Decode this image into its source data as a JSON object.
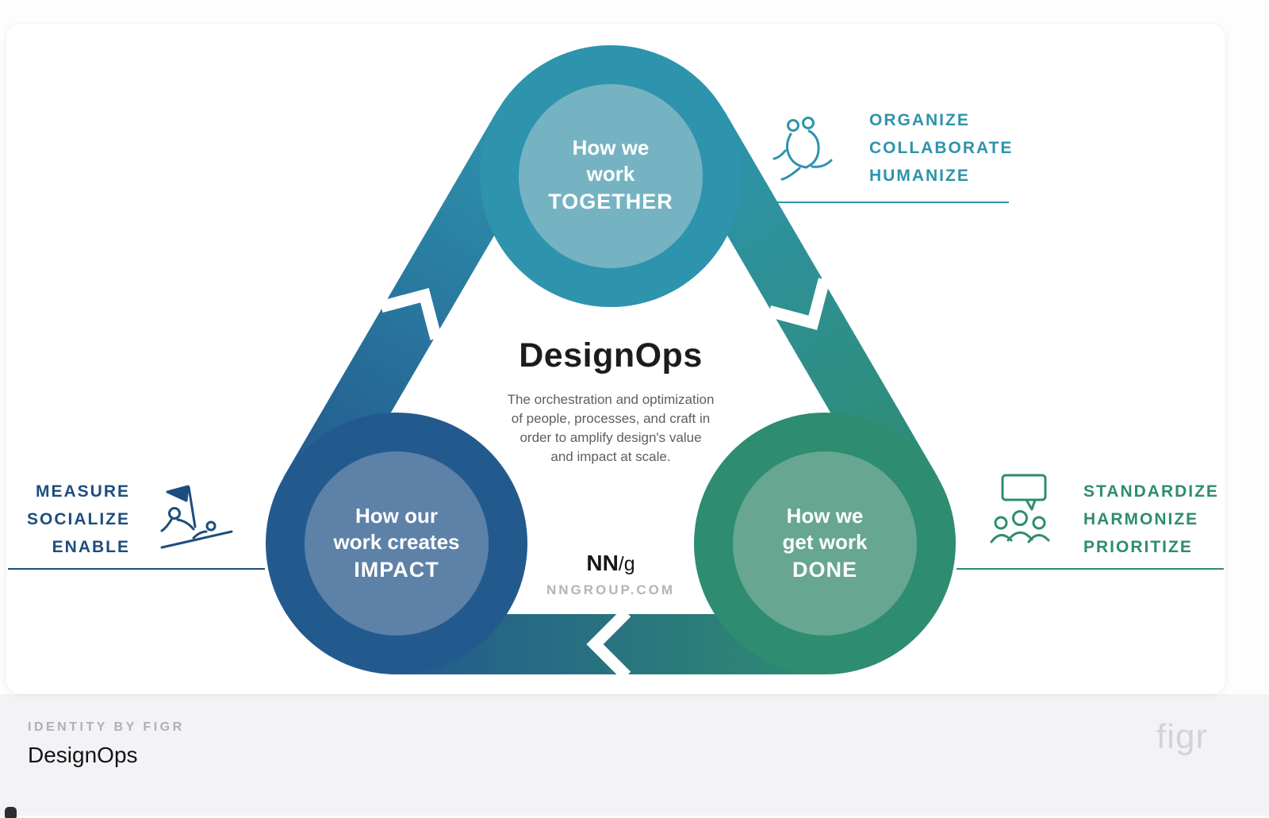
{
  "diagram": {
    "title": "DesignOps",
    "description_lines": [
      "The orchestration and optimization",
      "of people, processes, and craft in",
      "order to amplify design's value",
      "and impact at scale."
    ],
    "logo_bold": "NN",
    "logo_rest": "/g",
    "website": "NNGROUP.COM",
    "nodes": [
      {
        "id": "together",
        "line1": "How we",
        "line2": "work",
        "emphasis": "TOGETHER",
        "outer_color": "#2e93ad",
        "inner_color": "#75b3c2"
      },
      {
        "id": "impact",
        "line1": "How our",
        "line2": "work creates",
        "emphasis": "IMPACT",
        "outer_color": "#235a8e",
        "inner_color": "#5e81a8"
      },
      {
        "id": "done",
        "line1": "How we",
        "line2": "get work",
        "emphasis": "DONE",
        "outer_color": "#2e8c71",
        "inner_color": "#67a691"
      }
    ],
    "annotations": [
      {
        "id": "together-side",
        "icon": "people-pair-icon",
        "words": [
          "ORGANIZE",
          "COLLABORATE",
          "HUMANIZE"
        ],
        "color": "#2e93ad"
      },
      {
        "id": "impact-side",
        "icon": "flag-person-icon",
        "words": [
          "MEASURE",
          "SOCIALIZE",
          "ENABLE"
        ],
        "color": "#1d4d7e"
      },
      {
        "id": "done-side",
        "icon": "speech-group-icon",
        "words": [
          "STANDARDIZE",
          "HARMONIZE",
          "PRIORITIZE"
        ],
        "color": "#2e8c71"
      }
    ]
  },
  "footer": {
    "kicker": "IDENTITY BY FIGR",
    "title": "DesignOps",
    "brand": "figr"
  }
}
